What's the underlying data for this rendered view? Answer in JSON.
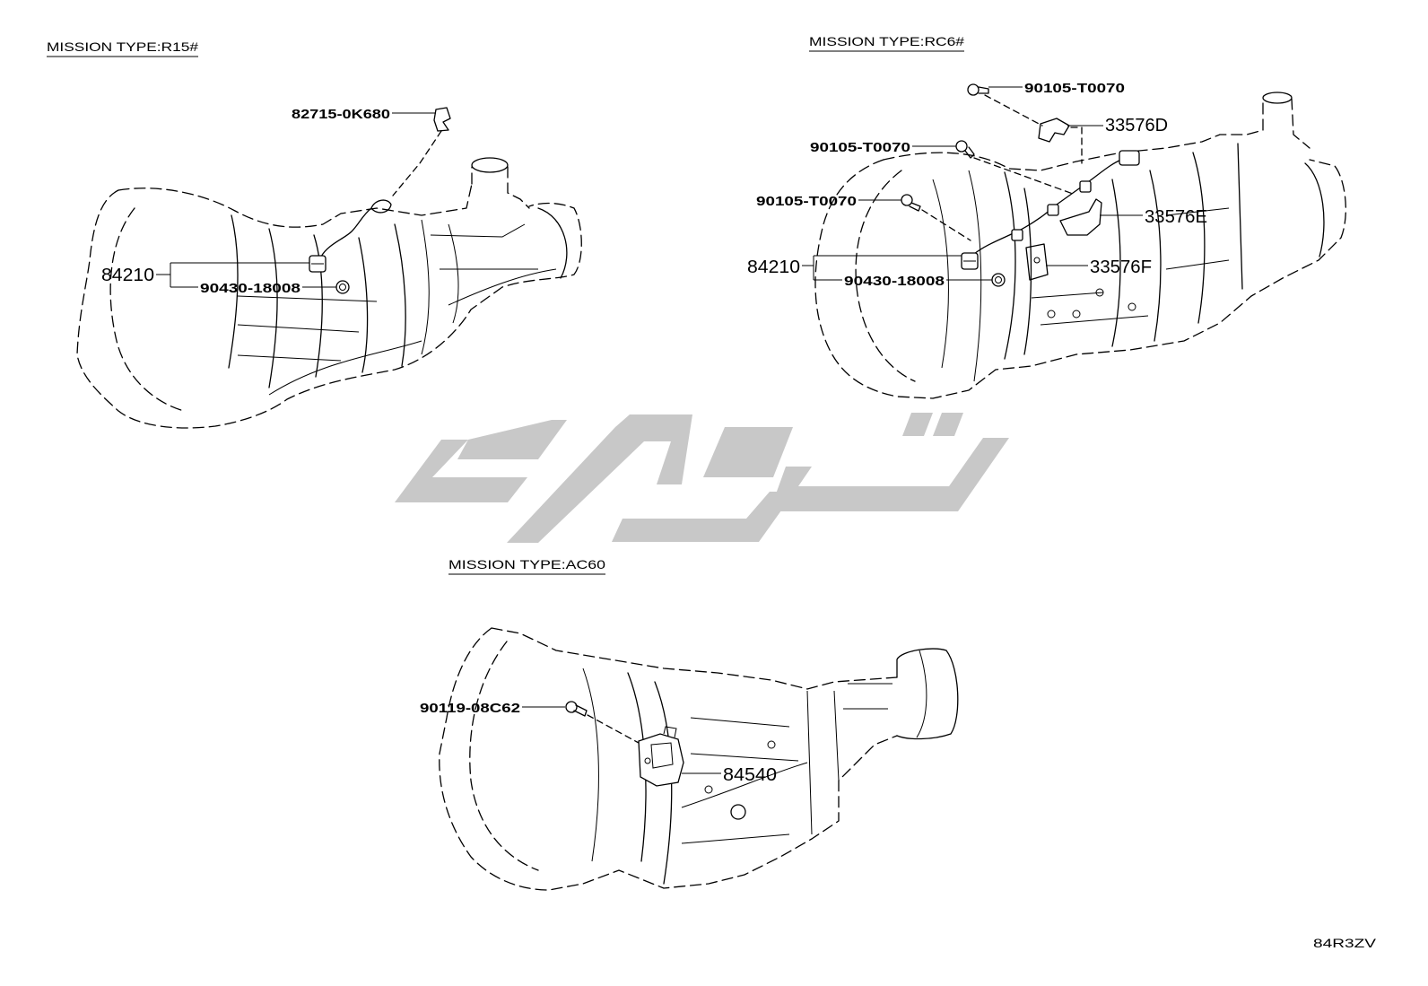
{
  "r15": {
    "title": "MISSION TYPE:R15#",
    "parts": {
      "clip": "82715-0K680",
      "sensor": "84210",
      "gasket": "90430-18008"
    }
  },
  "rc6": {
    "title": "MISSION TYPE:RC6#",
    "parts": {
      "bolt_upper": "90105-T0070",
      "bracket_d": "33576D",
      "bolt_middle": "90105-T0070",
      "bolt_lower": "90105-T0070",
      "bracket_e": "33576E",
      "sensor": "84210",
      "gasket": "90430-18008",
      "bracket_f": "33576F"
    }
  },
  "ac60": {
    "title": "MISSION TYPE:AC60",
    "parts": {
      "bolt": "90119-08C62",
      "switch": "84540"
    }
  },
  "illustration_code": "84R3ZV",
  "colors": {
    "line": "#000000",
    "watermark": "#c8c8c8"
  }
}
